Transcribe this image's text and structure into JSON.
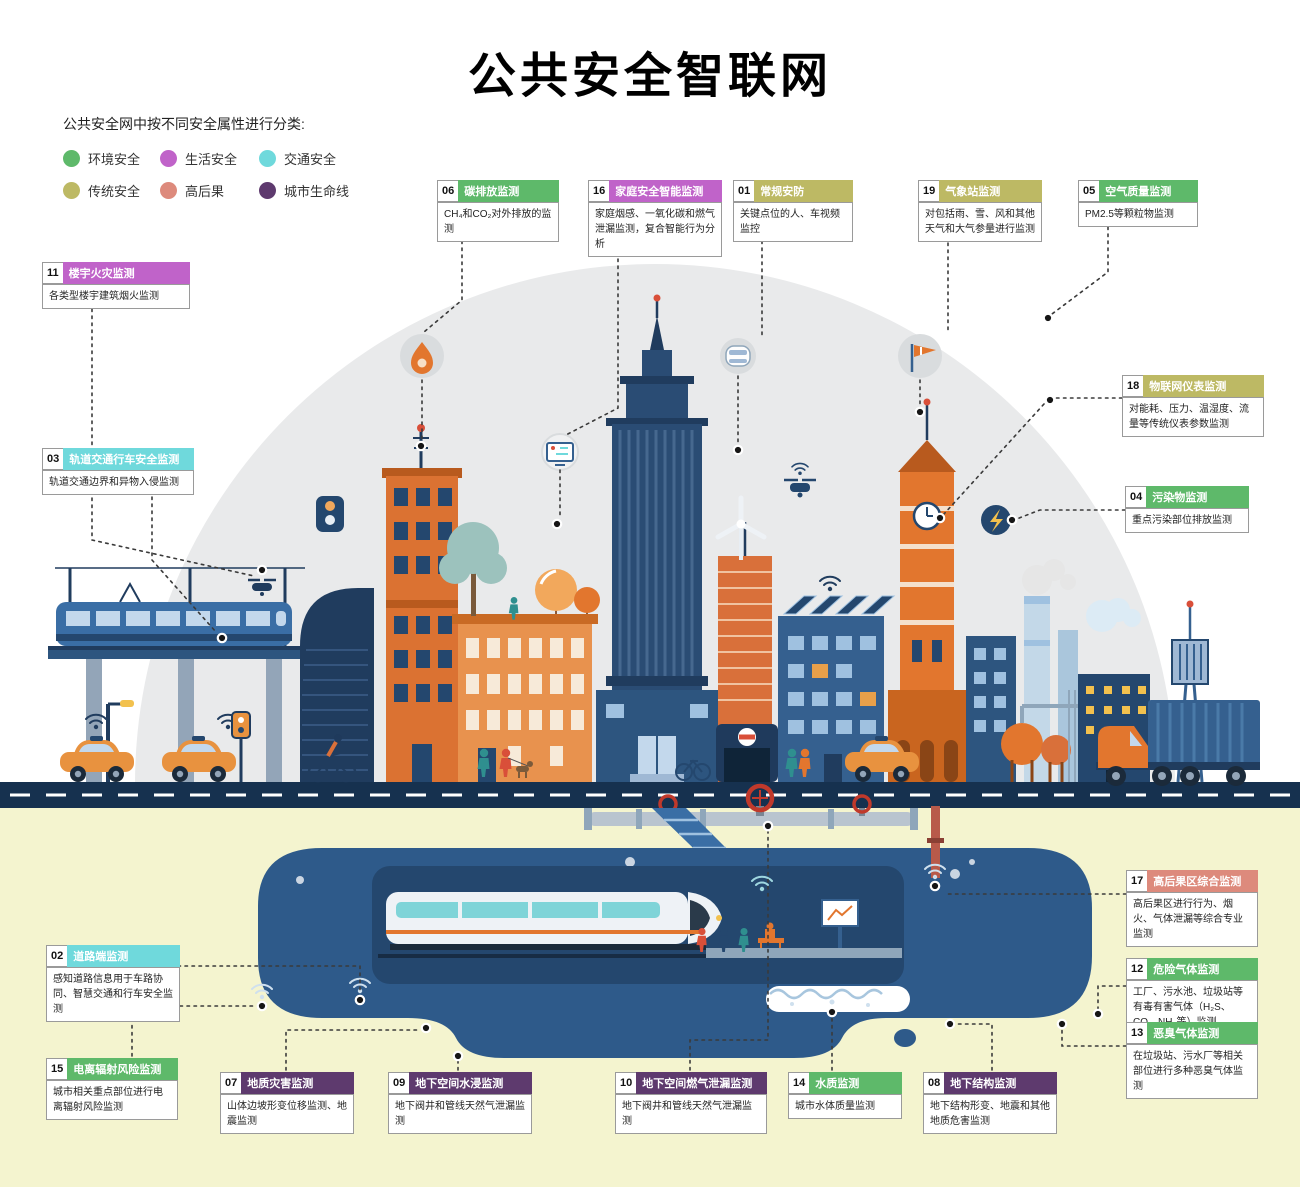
{
  "title": "公共安全智联网",
  "legend": {
    "intro": "公共安全网中按不同安全属性进行分类:",
    "items": [
      {
        "label": "环境安全",
        "color": "#5eb96a"
      },
      {
        "label": "生活安全",
        "color": "#c063c9"
      },
      {
        "label": "交通安全",
        "color": "#6fd9dc"
      },
      {
        "label": "传统安全",
        "color": "#bdb964"
      },
      {
        "label": "高后果",
        "color": "#dd8a7c"
      },
      {
        "label": "城市生命线",
        "color": "#5e3a6e"
      }
    ]
  },
  "callouts": [
    {
      "num": "06",
      "title": "碳排放监测",
      "desc": "CH₄和CO₂对外排放的监测",
      "category": "环境安全",
      "color": "#5eb96a"
    },
    {
      "num": "16",
      "title": "家庭安全智能监测",
      "desc": "家庭烟感、一氧化碳和燃气泄漏监测，复合智能行为分析",
      "category": "生活安全",
      "color": "#c063c9"
    },
    {
      "num": "01",
      "title": "常规安防",
      "desc": "关键点位的人、车视频监控",
      "category": "传统安全",
      "color": "#bdb964"
    },
    {
      "num": "19",
      "title": "气象站监测",
      "desc": "对包括雨、雪、风和其他天气和大气参量进行监测",
      "category": "传统安全",
      "color": "#bdb964"
    },
    {
      "num": "05",
      "title": "空气质量监测",
      "desc": "PM2.5等颗粒物监测",
      "category": "环境安全",
      "color": "#5eb96a"
    },
    {
      "num": "11",
      "title": "楼宇火灾监测",
      "desc": "各类型楼宇建筑烟火监测",
      "category": "生活安全",
      "color": "#c063c9"
    },
    {
      "num": "03",
      "title": "轨道交通行车安全监测",
      "desc": "轨道交通边界和异物入侵监测",
      "category": "交通安全",
      "color": "#6fd9dc"
    },
    {
      "num": "18",
      "title": "物联网仪表监测",
      "desc": "对能耗、压力、温湿度、流量等传统仪表参数监测",
      "category": "传统安全",
      "color": "#bdb964"
    },
    {
      "num": "04",
      "title": "污染物监测",
      "desc": "重点污染部位排放监测",
      "category": "环境安全",
      "color": "#5eb96a"
    },
    {
      "num": "17",
      "title": "高后果区综合监测",
      "desc": "高后果区进行行为、烟火、气体泄漏等综合专业监测",
      "category": "高后果",
      "color": "#dd8a7c"
    },
    {
      "num": "02",
      "title": "道路端监测",
      "desc": "感知道路信息用于车路协同、智慧交通和行车安全监测",
      "category": "交通安全",
      "color": "#6fd9dc"
    },
    {
      "num": "12",
      "title": "危险气体监测",
      "desc": "工厂、污水池、垃圾站等有毒有害气体（H₂S、CO、NH₃等）监测",
      "category": "环境安全",
      "color": "#5eb96a"
    },
    {
      "num": "13",
      "title": "恶臭气体监测",
      "desc": "在垃圾站、污水厂等相关部位进行多种恶臭气体监测",
      "category": "环境安全",
      "color": "#5eb96a"
    },
    {
      "num": "15",
      "title": "电离辐射风险监测",
      "desc": "城市相关重点部位进行电离辐射风险监测",
      "category": "环境安全",
      "color": "#5eb96a"
    },
    {
      "num": "07",
      "title": "地质灾害监测",
      "desc": "山体边坡形变位移监测、地震监测",
      "category": "城市生命线",
      "color": "#5e3a6e"
    },
    {
      "num": "09",
      "title": "地下空间水浸监测",
      "desc": "地下阀井和管线天然气泄漏监测",
      "category": "城市生命线",
      "color": "#5e3a6e"
    },
    {
      "num": "10",
      "title": "地下空间燃气泄漏监测",
      "desc": "地下阀井和管线天然气泄漏监测",
      "category": "城市生命线",
      "color": "#5e3a6e"
    },
    {
      "num": "14",
      "title": "水质监测",
      "desc": "城市水体质量监测",
      "category": "环境安全",
      "color": "#5eb96a"
    },
    {
      "num": "08",
      "title": "地下结构监测",
      "desc": "地下结构形变、地震和其他地质危害监测",
      "category": "城市生命线",
      "color": "#5e3a6e"
    }
  ]
}
